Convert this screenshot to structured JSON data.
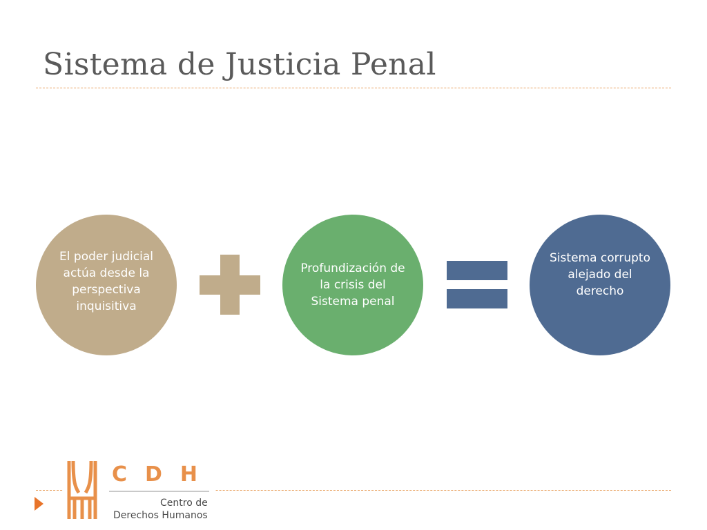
{
  "slide": {
    "title": "Sistema de Justicia Penal"
  },
  "diagram": {
    "term1": "El poder judicial actúa desde la perspectiva inquisitiva",
    "operator1": "plus",
    "term2": "Profundización de la crisis del Sistema penal",
    "operator2": "equals",
    "result": "Sistema corrupto alejado del derecho"
  },
  "logo": {
    "acronym": "CDH",
    "line1": "Centro de",
    "line2": "Derechos Humanos"
  },
  "colors": {
    "title": "#5a5a5a",
    "rule": "#e8a05e",
    "term1": "#c0ac8b",
    "term2": "#6aaf6e",
    "result": "#4f6b92",
    "accent_orange": "#e8742a"
  }
}
